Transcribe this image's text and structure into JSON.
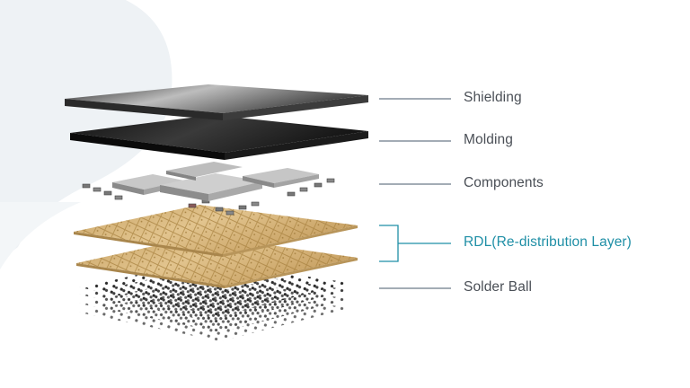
{
  "diagram": {
    "layers": [
      {
        "id": "shielding",
        "label": "Shielding"
      },
      {
        "id": "molding",
        "label": "Molding"
      },
      {
        "id": "components",
        "label": "Components"
      },
      {
        "id": "rdl",
        "label": "RDL(Re-distribution Layer)"
      },
      {
        "id": "solder-ball",
        "label": "Solder Ball"
      }
    ],
    "colors": {
      "leader_line": "#6c7a89",
      "accent": "#1f8fa6",
      "label_text": "#4a4f56",
      "background_shape": "#eef2f5",
      "shielding": "#3a3a3a",
      "molding": "#1c1c1c",
      "substrate": "#d4b27a",
      "solder_ball": "#2a2a2a"
    }
  }
}
